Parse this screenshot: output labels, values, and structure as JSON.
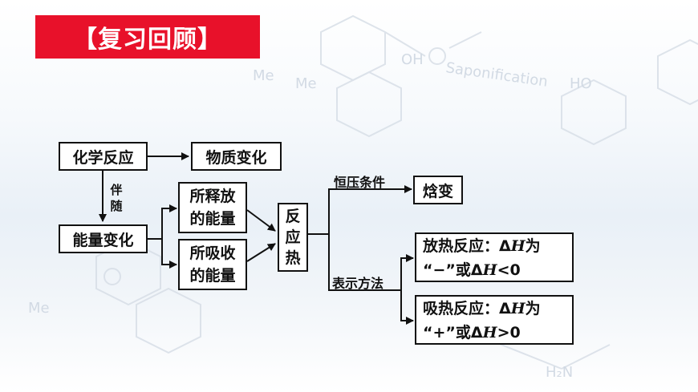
{
  "title": "【复习回顾】",
  "background": {
    "text_saponification": "Saponification",
    "text_me1": "Me",
    "text_me2": "Me",
    "text_oh": "OH",
    "text_ho": "HO",
    "text_me3": "Me",
    "text_h2n": "H₂N"
  },
  "nodes": {
    "chemical_reaction": "化学反应",
    "material_change": "物质变化",
    "energy_change": "能量变化",
    "released_energy_l1": "所释放",
    "released_energy_l2": "的能量",
    "absorbed_energy_l1": "所吸收",
    "absorbed_energy_l2": "的能量",
    "reaction_heat_1": "反",
    "reaction_heat_2": "应",
    "reaction_heat_3": "热",
    "enthalpy_change": "焓变",
    "exothermic_l1_text": "放热反应：Δ",
    "exothermic_l1_sym": "H",
    "exothermic_l1_end": "为",
    "exothermic_l2_text": "“−”或Δ",
    "exothermic_l2_sym": "H",
    "exothermic_l2_end": "<0",
    "endothermic_l1_text": "吸热反应：Δ",
    "endothermic_l1_sym": "H",
    "endothermic_l1_end": "为",
    "endothermic_l2_text": "“+”或Δ",
    "endothermic_l2_sym": "H",
    "endothermic_l2_end": ">0"
  },
  "labels": {
    "accompany_1": "伴",
    "accompany_2": "随",
    "constant_pressure": "恒压条件",
    "representation": "表示方法"
  },
  "colors": {
    "banner": "#e8112a",
    "line": "#111111"
  }
}
